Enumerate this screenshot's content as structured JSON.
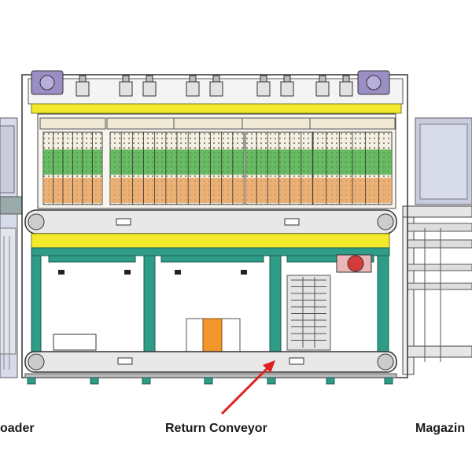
{
  "labels": {
    "left": "oader",
    "center": "Return Conveyor",
    "right": "Magazin"
  },
  "colors": {
    "frame_teal": "#2e9c86",
    "rail_yellow": "#f2ea2a",
    "rack_green": "#3aa83a",
    "rack_orange": "#e8a05a",
    "motor_purple": "#9a8ec4",
    "motor_red": "#d63b3b",
    "box_orange": "#f0962c",
    "arrow_red": "#e02020",
    "side_unit": "#c9ccdd"
  },
  "icons": [
    "motor-icon",
    "pointer-arrow-icon"
  ]
}
